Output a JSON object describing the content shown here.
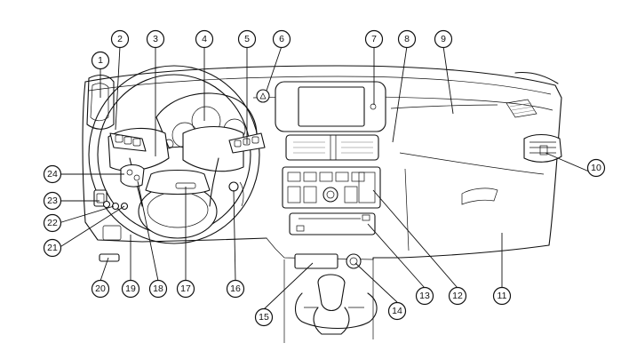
{
  "callouts": [
    "1",
    "2",
    "3",
    "4",
    "5",
    "6",
    "7",
    "8",
    "9",
    "10",
    "11",
    "12",
    "13",
    "14",
    "15",
    "16",
    "17",
    "18",
    "19",
    "20",
    "21",
    "22",
    "23",
    "24"
  ],
  "icons": {
    "hazard_button": "warning-triangle-icon"
  }
}
